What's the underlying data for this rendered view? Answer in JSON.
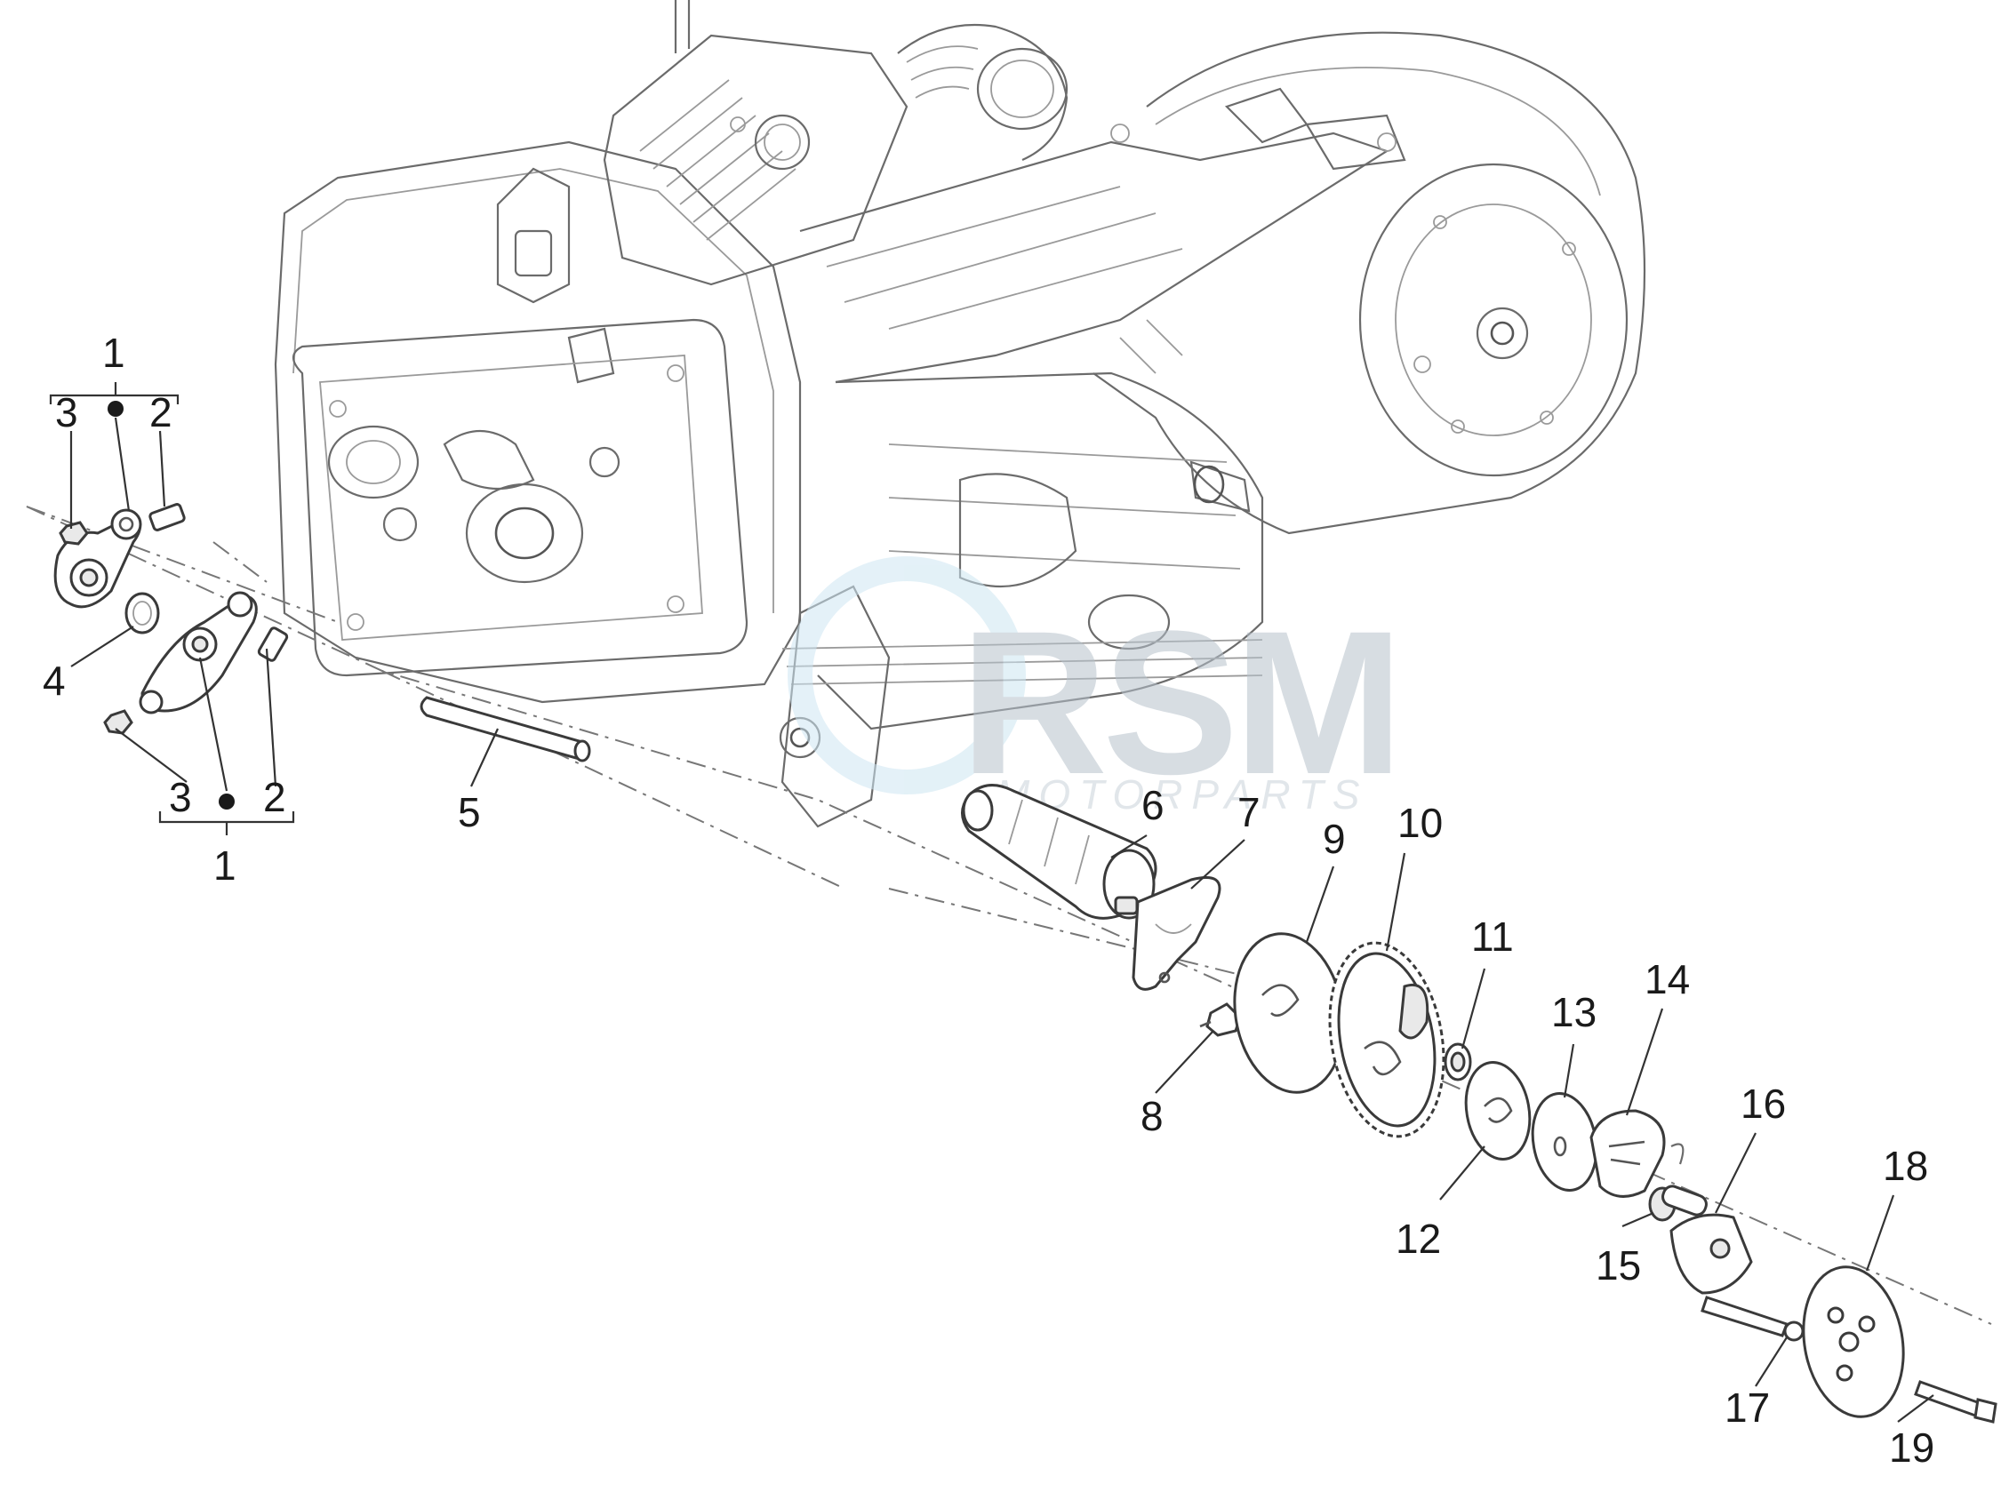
{
  "watermark": {
    "logo_text": "RSM",
    "sub_text": "MOTORPARTS",
    "color": "#b7c2cc"
  },
  "callouts": [
    {
      "id": "1",
      "label": "1"
    },
    {
      "id": "2",
      "label": "2"
    },
    {
      "id": "3",
      "label": "3"
    },
    {
      "id": "1b",
      "label": "1"
    },
    {
      "id": "2b",
      "label": "2"
    },
    {
      "id": "3b",
      "label": "3"
    },
    {
      "id": "4",
      "label": "4"
    },
    {
      "id": "5",
      "label": "5"
    },
    {
      "id": "6",
      "label": "6"
    },
    {
      "id": "7",
      "label": "7"
    },
    {
      "id": "8",
      "label": "8"
    },
    {
      "id": "9",
      "label": "9"
    },
    {
      "id": "10",
      "label": "10"
    },
    {
      "id": "11",
      "label": "11"
    },
    {
      "id": "12",
      "label": "12"
    },
    {
      "id": "13",
      "label": "13"
    },
    {
      "id": "14",
      "label": "14"
    },
    {
      "id": "15",
      "label": "15"
    },
    {
      "id": "16",
      "label": "16"
    },
    {
      "id": "17",
      "label": "17"
    },
    {
      "id": "18",
      "label": "18"
    },
    {
      "id": "19",
      "label": "19"
    }
  ],
  "colors": {
    "line": "#3a3a3a",
    "engine_line": "#6b6b6b",
    "background": "#ffffff"
  }
}
